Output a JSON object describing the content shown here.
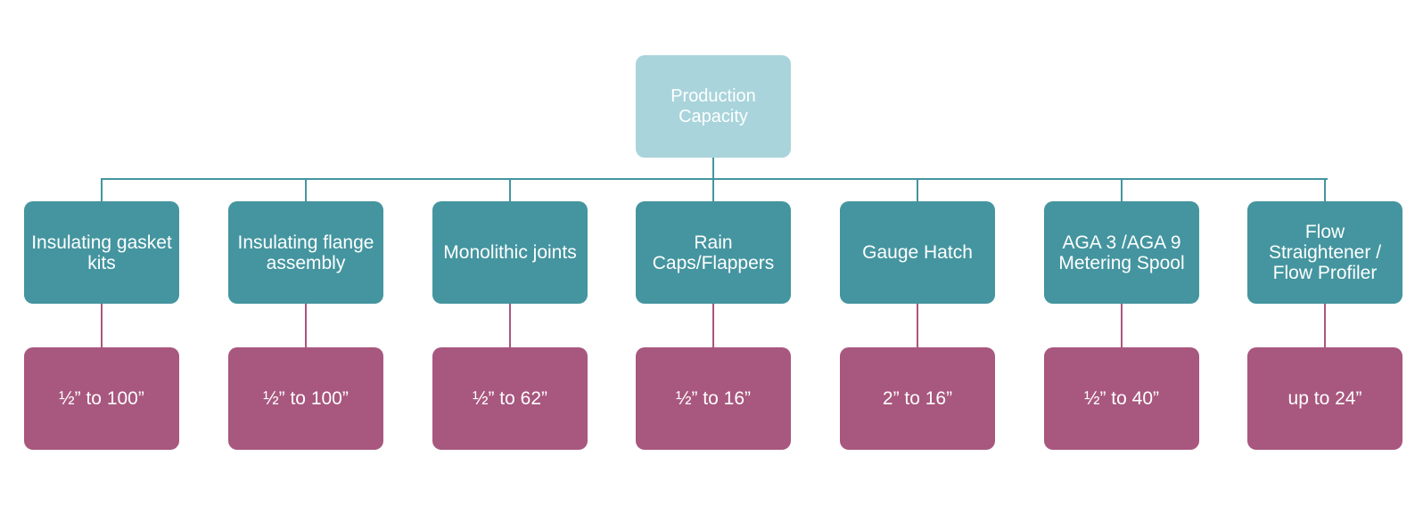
{
  "colors": {
    "root_fill": "#a9d4db",
    "category_fill": "#44959f",
    "range_fill": "#a8577e",
    "connector_teal": "#44959f",
    "connector_magenta": "#a8577e",
    "text": "#ffffff"
  },
  "root": {
    "label": "Production Capacity"
  },
  "items": [
    {
      "category": "Insulating gasket kits",
      "range": "½” to 100”"
    },
    {
      "category": "Insulating flange assembly",
      "range": "½” to 100”"
    },
    {
      "category": "Monolithic joints",
      "range": "½” to 62”"
    },
    {
      "category": "Rain Caps/Flappers",
      "range": "½” to 16”"
    },
    {
      "category": "Gauge Hatch",
      "range": "2” to 16”"
    },
    {
      "category": "AGA 3 /AGA 9 Metering Spool",
      "range": "½” to 40”"
    },
    {
      "category": "Flow Straightener / Flow Profiler",
      "range": "up to 24”"
    }
  ]
}
